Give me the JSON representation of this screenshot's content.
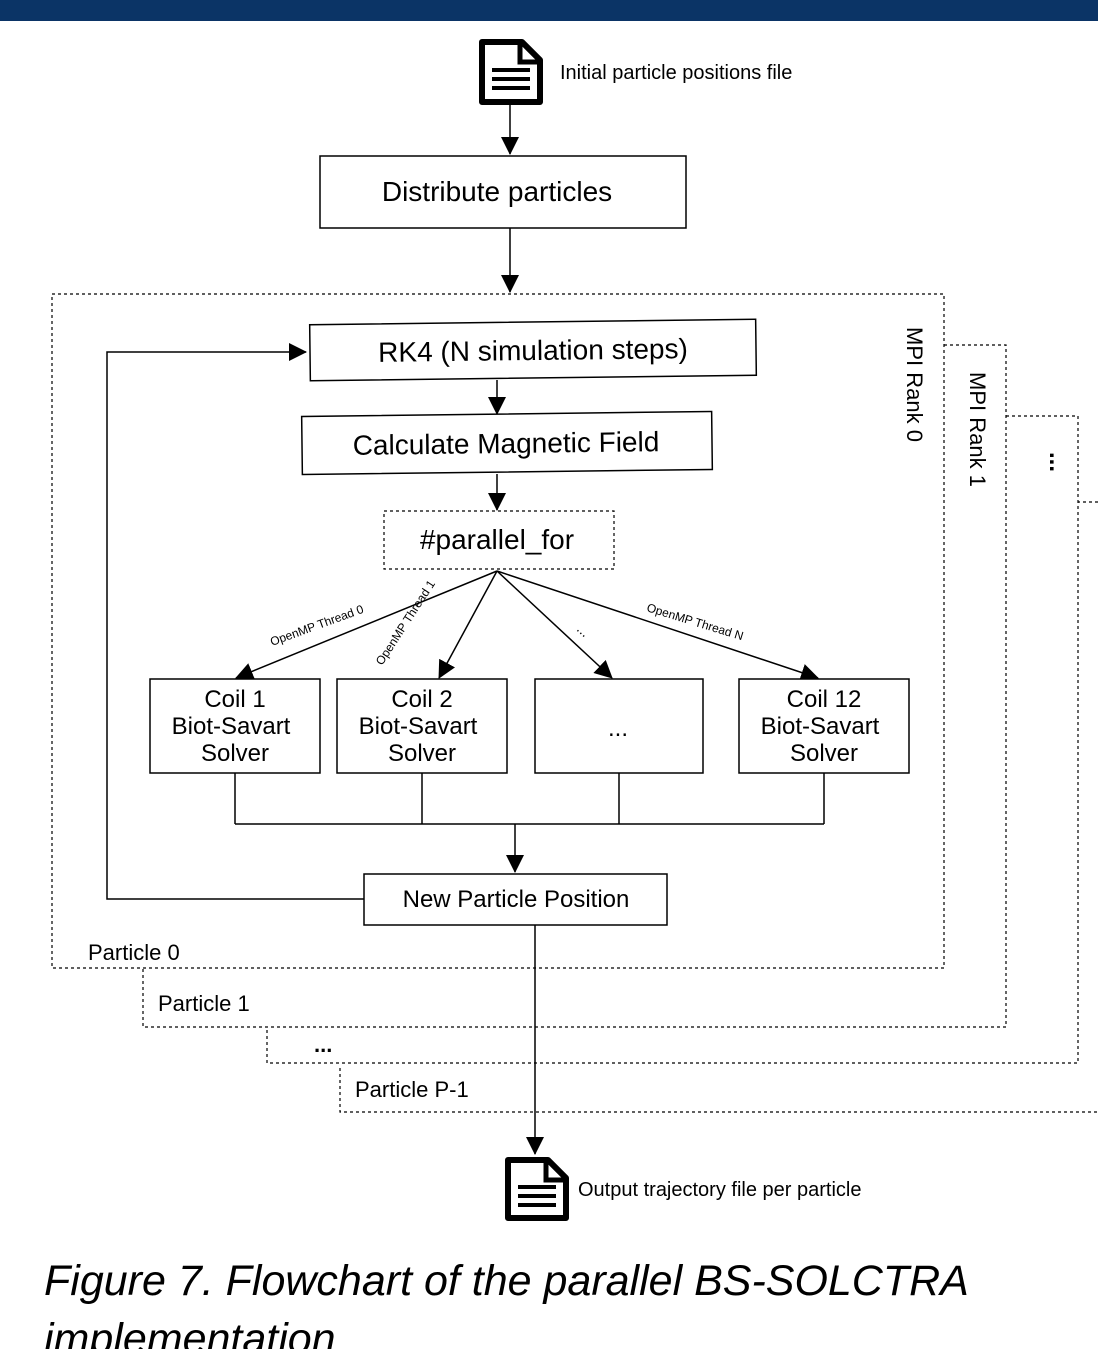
{
  "header": {
    "bar_color": "#0b3466"
  },
  "diagram": {
    "input_file": {
      "icon": "document-icon",
      "label": "Initial particle positions file"
    },
    "distribute": "Distribute particles",
    "rk4": "RK4 (N simulation steps)",
    "calc_field": "Calculate Magnetic Field",
    "parallel_for": "#parallel_for",
    "threads": {
      "t0": "OpenMP Thread 0",
      "t1": "OpenMP Thread 1",
      "dots": "...",
      "tn": "OpenMP Thread N"
    },
    "coils": [
      {
        "line1": "Coil 1",
        "line2": "Biot-Savart",
        "line3": "Solver"
      },
      {
        "line1": "Coil 2",
        "line2": "Biot-Savart",
        "line3": "Solver"
      },
      {
        "line1": "...",
        "line2": "",
        "line3": ""
      },
      {
        "line1": "Coil 12",
        "line2": "Biot-Savart",
        "line3": "Solver"
      }
    ],
    "new_position": "New Particle Position",
    "ranks": {
      "r0": "MPI Rank 0",
      "r1": "MPI Rank 1",
      "more": "..."
    },
    "particles": {
      "p0": "Particle 0",
      "p1": "Particle 1",
      "more": "...",
      "plast": "Particle P-1"
    },
    "output_file": {
      "icon": "document-icon",
      "label": "Output trajectory file per particle"
    }
  },
  "caption": {
    "line1": "Figure 7. Flowchart of the parallel BS-SOLCTRA",
    "line2": "implementation"
  }
}
